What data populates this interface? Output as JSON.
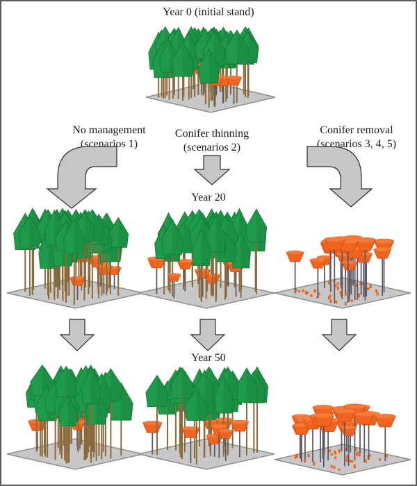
{
  "title_top": "Year 0 (initial stand)",
  "stages": {
    "year20": "Year 20",
    "year50": "Year 50"
  },
  "branches": [
    {
      "id": "no-management",
      "line1": "No management",
      "line2": "(scenarios 1)"
    },
    {
      "id": "conifer-thinning",
      "line1": "Conifer thinning",
      "line2": "(scenarios 2)"
    },
    {
      "id": "conifer-removal",
      "line1": "Conifer removal",
      "line2": "(scenarios 3, 4, 5)"
    }
  ],
  "colors": {
    "conifer": "#1f9a4a",
    "conifer_dark": "#137a36",
    "broadleaf": "#f0641e",
    "broadleaf_dark": "#c94a10",
    "trunk": "#8a6a3a",
    "ground": "#c8c8c8",
    "ground_edge": "#8e8e8e",
    "arrow_fill": "#c6c6c6",
    "frame": "#5a5a5a"
  },
  "stands": [
    {
      "id": "stand-year0",
      "stage": "Year 0",
      "scenario": "initial",
      "conifers": 44,
      "broadleaves": 6,
      "saplings": 0
    },
    {
      "id": "stand-year20-no-management",
      "stage": "Year 20",
      "scenario": "No management",
      "conifers": 46,
      "broadleaves": 7,
      "saplings": 0
    },
    {
      "id": "stand-year20-thinning",
      "stage": "Year 20",
      "scenario": "Conifer thinning",
      "conifers": 34,
      "broadleaves": 8,
      "saplings": 0
    },
    {
      "id": "stand-year20-removal",
      "stage": "Year 20",
      "scenario": "Conifer removal",
      "conifers": 0,
      "broadleaves": 22,
      "saplings": 40
    },
    {
      "id": "stand-year50-no-management",
      "stage": "Year 50",
      "scenario": "No management",
      "conifers": 44,
      "broadleaves": 4,
      "saplings": 0
    },
    {
      "id": "stand-year50-thinning",
      "stage": "Year 50",
      "scenario": "Conifer thinning",
      "conifers": 24,
      "broadleaves": 8,
      "saplings": 0
    },
    {
      "id": "stand-year50-removal",
      "stage": "Year 50",
      "scenario": "Conifer removal",
      "conifers": 0,
      "broadleaves": 20,
      "saplings": 30
    }
  ]
}
